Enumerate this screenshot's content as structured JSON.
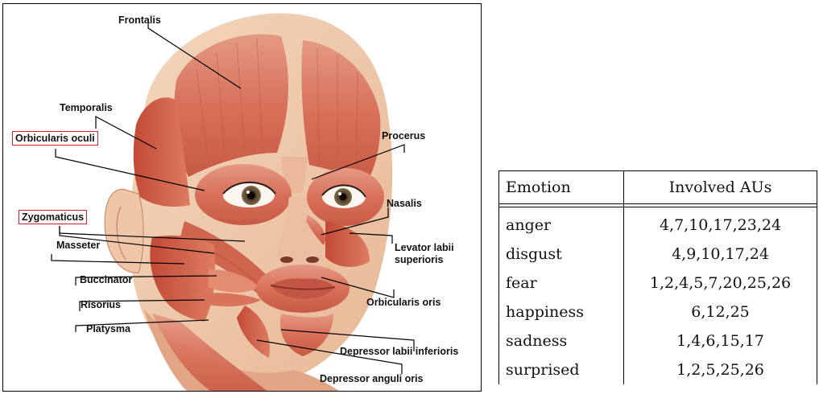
{
  "figure": {
    "labels": {
      "frontalis": "Frontalis",
      "temporalis": "Temporalis",
      "orbicularis_oculi": "Orbicularis oculi",
      "procerus": "Procerus",
      "zygomaticus": "Zygomaticus",
      "nasalis": "Nasalis",
      "masseter": "Masseter",
      "levator_labii_superioris_line1": "Levator labii",
      "levator_labii_superioris_line2": "superioris",
      "buccinator": "Buccinator",
      "risorius": "Risorius",
      "orbicularis_oris": "Orbicularis oris",
      "platysma": "Platysma",
      "depressor_labii_inferioris": "Depressor labii inferioris",
      "depressor_anguli_oris": "Depressor anguli oris"
    },
    "highlight_color": "#d3242b",
    "highlighted_labels": [
      "Orbicularis oculi",
      "Zygomaticus"
    ]
  },
  "table": {
    "headers": [
      "Emotion",
      "Involved AUs"
    ],
    "rows": [
      {
        "emotion": "anger",
        "aus": "4,7,10,17,23,24"
      },
      {
        "emotion": "disgust",
        "aus": "4,9,10,17,24"
      },
      {
        "emotion": "fear",
        "aus": "1,2,4,5,7,20,25,26"
      },
      {
        "emotion": "happiness",
        "aus": "6,12,25"
      },
      {
        "emotion": "sadness",
        "aus": "1,4,6,15,17"
      },
      {
        "emotion": "surprised",
        "aus": "1,2,5,25,26"
      }
    ]
  }
}
